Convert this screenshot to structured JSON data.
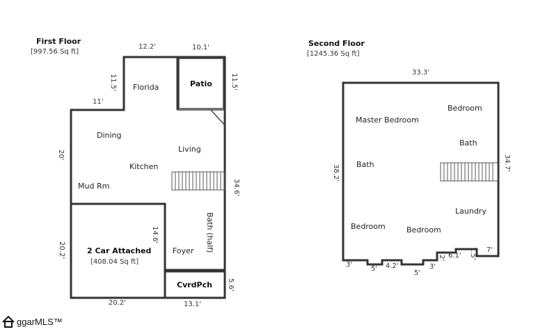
{
  "first_floor": {
    "title": "First Floor",
    "area": "[997.56 Sq ft]",
    "rooms": {
      "florida": "Florida",
      "patio": "Patio",
      "dining": "Dining",
      "kitchen": "Kitchen",
      "living": "Living",
      "mud_rm": "Mud Rm",
      "garage": "2 Car Attached",
      "garage_area": "[408.04 Sq ft]",
      "foyer": "Foyer",
      "bath_half": "Bath (half)",
      "cvrd_pch": "CvrdPch"
    },
    "dims": {
      "top_florida": "12.2'",
      "top_patio": "10.1'",
      "florida_left": "11.5'",
      "patio_right": "11.5'",
      "step": "11'",
      "left_upper": "20'",
      "right_main": "34.6'",
      "garage_inner": "14.6'",
      "left_lower": "20.2'",
      "bottom_garage": "20.2'",
      "bottom_pch": "13.1'",
      "pch_right": "5.6'"
    }
  },
  "second_floor": {
    "title": "Second Floor",
    "area": "[1245.36 Sq ft]",
    "rooms": {
      "master": "Master Bedroom",
      "bedroom_tr": "Bedroom",
      "bath_r": "Bath",
      "bath_l": "Bath",
      "laundry": "Laundry",
      "bedroom_bl": "Bedroom",
      "bedroom_bc": "Bedroom"
    },
    "dims": {
      "top": "33.3'",
      "left": "38.2'",
      "right": "34.7'",
      "b1": "3'",
      "b2": "5'",
      "b3": "4.2'",
      "b4": "5'",
      "b5": "3'",
      "b6": "2'",
      "b7": "6.1'",
      "b8": "1.5'",
      "b9": "7'"
    }
  },
  "logo": {
    "text": "ggarMLS™",
    "icon": "house-icon"
  }
}
